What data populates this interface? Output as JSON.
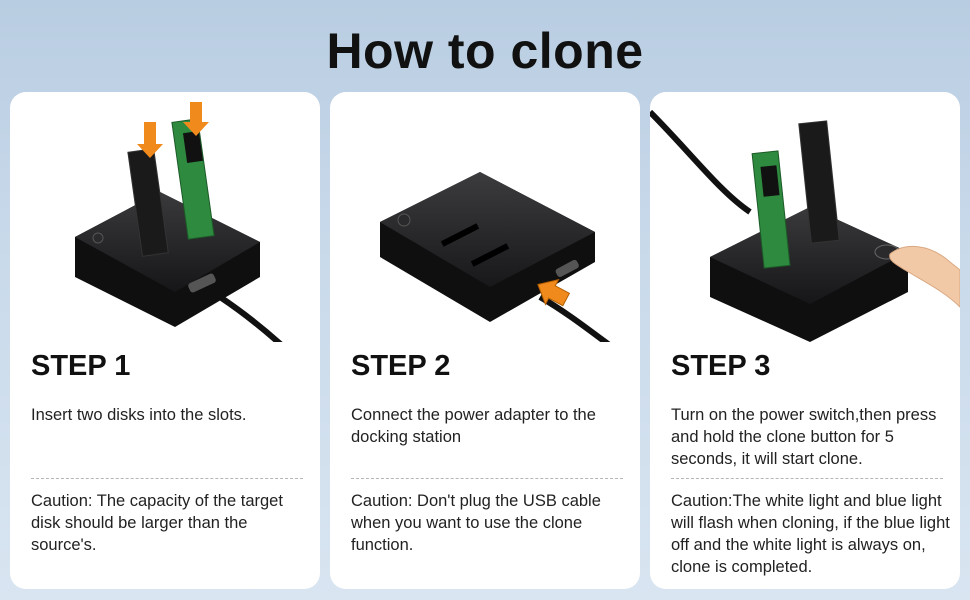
{
  "title": "How to clone",
  "steps": [
    {
      "title": "STEP 1",
      "description": "Insert two disks into the slots.",
      "caution": "Caution: The capacity of the target disk should be larger than the source's."
    },
    {
      "title": "STEP 2",
      "description": "Connect the power adapter to the docking station",
      "caution": "Caution: Don't plug the USB cable when you want to use the clone function."
    },
    {
      "title": "STEP 3",
      "description": "Turn on the power switch,then press and hold the clone button for 5 seconds, it will start clone.",
      "caution": "Caution:The white light and blue light will flash when cloning, if the blue light off and the white light is always on, clone is completed."
    }
  ],
  "colors": {
    "background": "#c8d9ea",
    "card": "#ffffff",
    "dock": "#1c1c1e",
    "ssd_green": "#2e8a3e",
    "arrow_orange": "#f08a1c"
  },
  "icons": [
    "docking-station",
    "m2-ssd",
    "usb-cable",
    "orange-arrow",
    "finger-hand"
  ]
}
